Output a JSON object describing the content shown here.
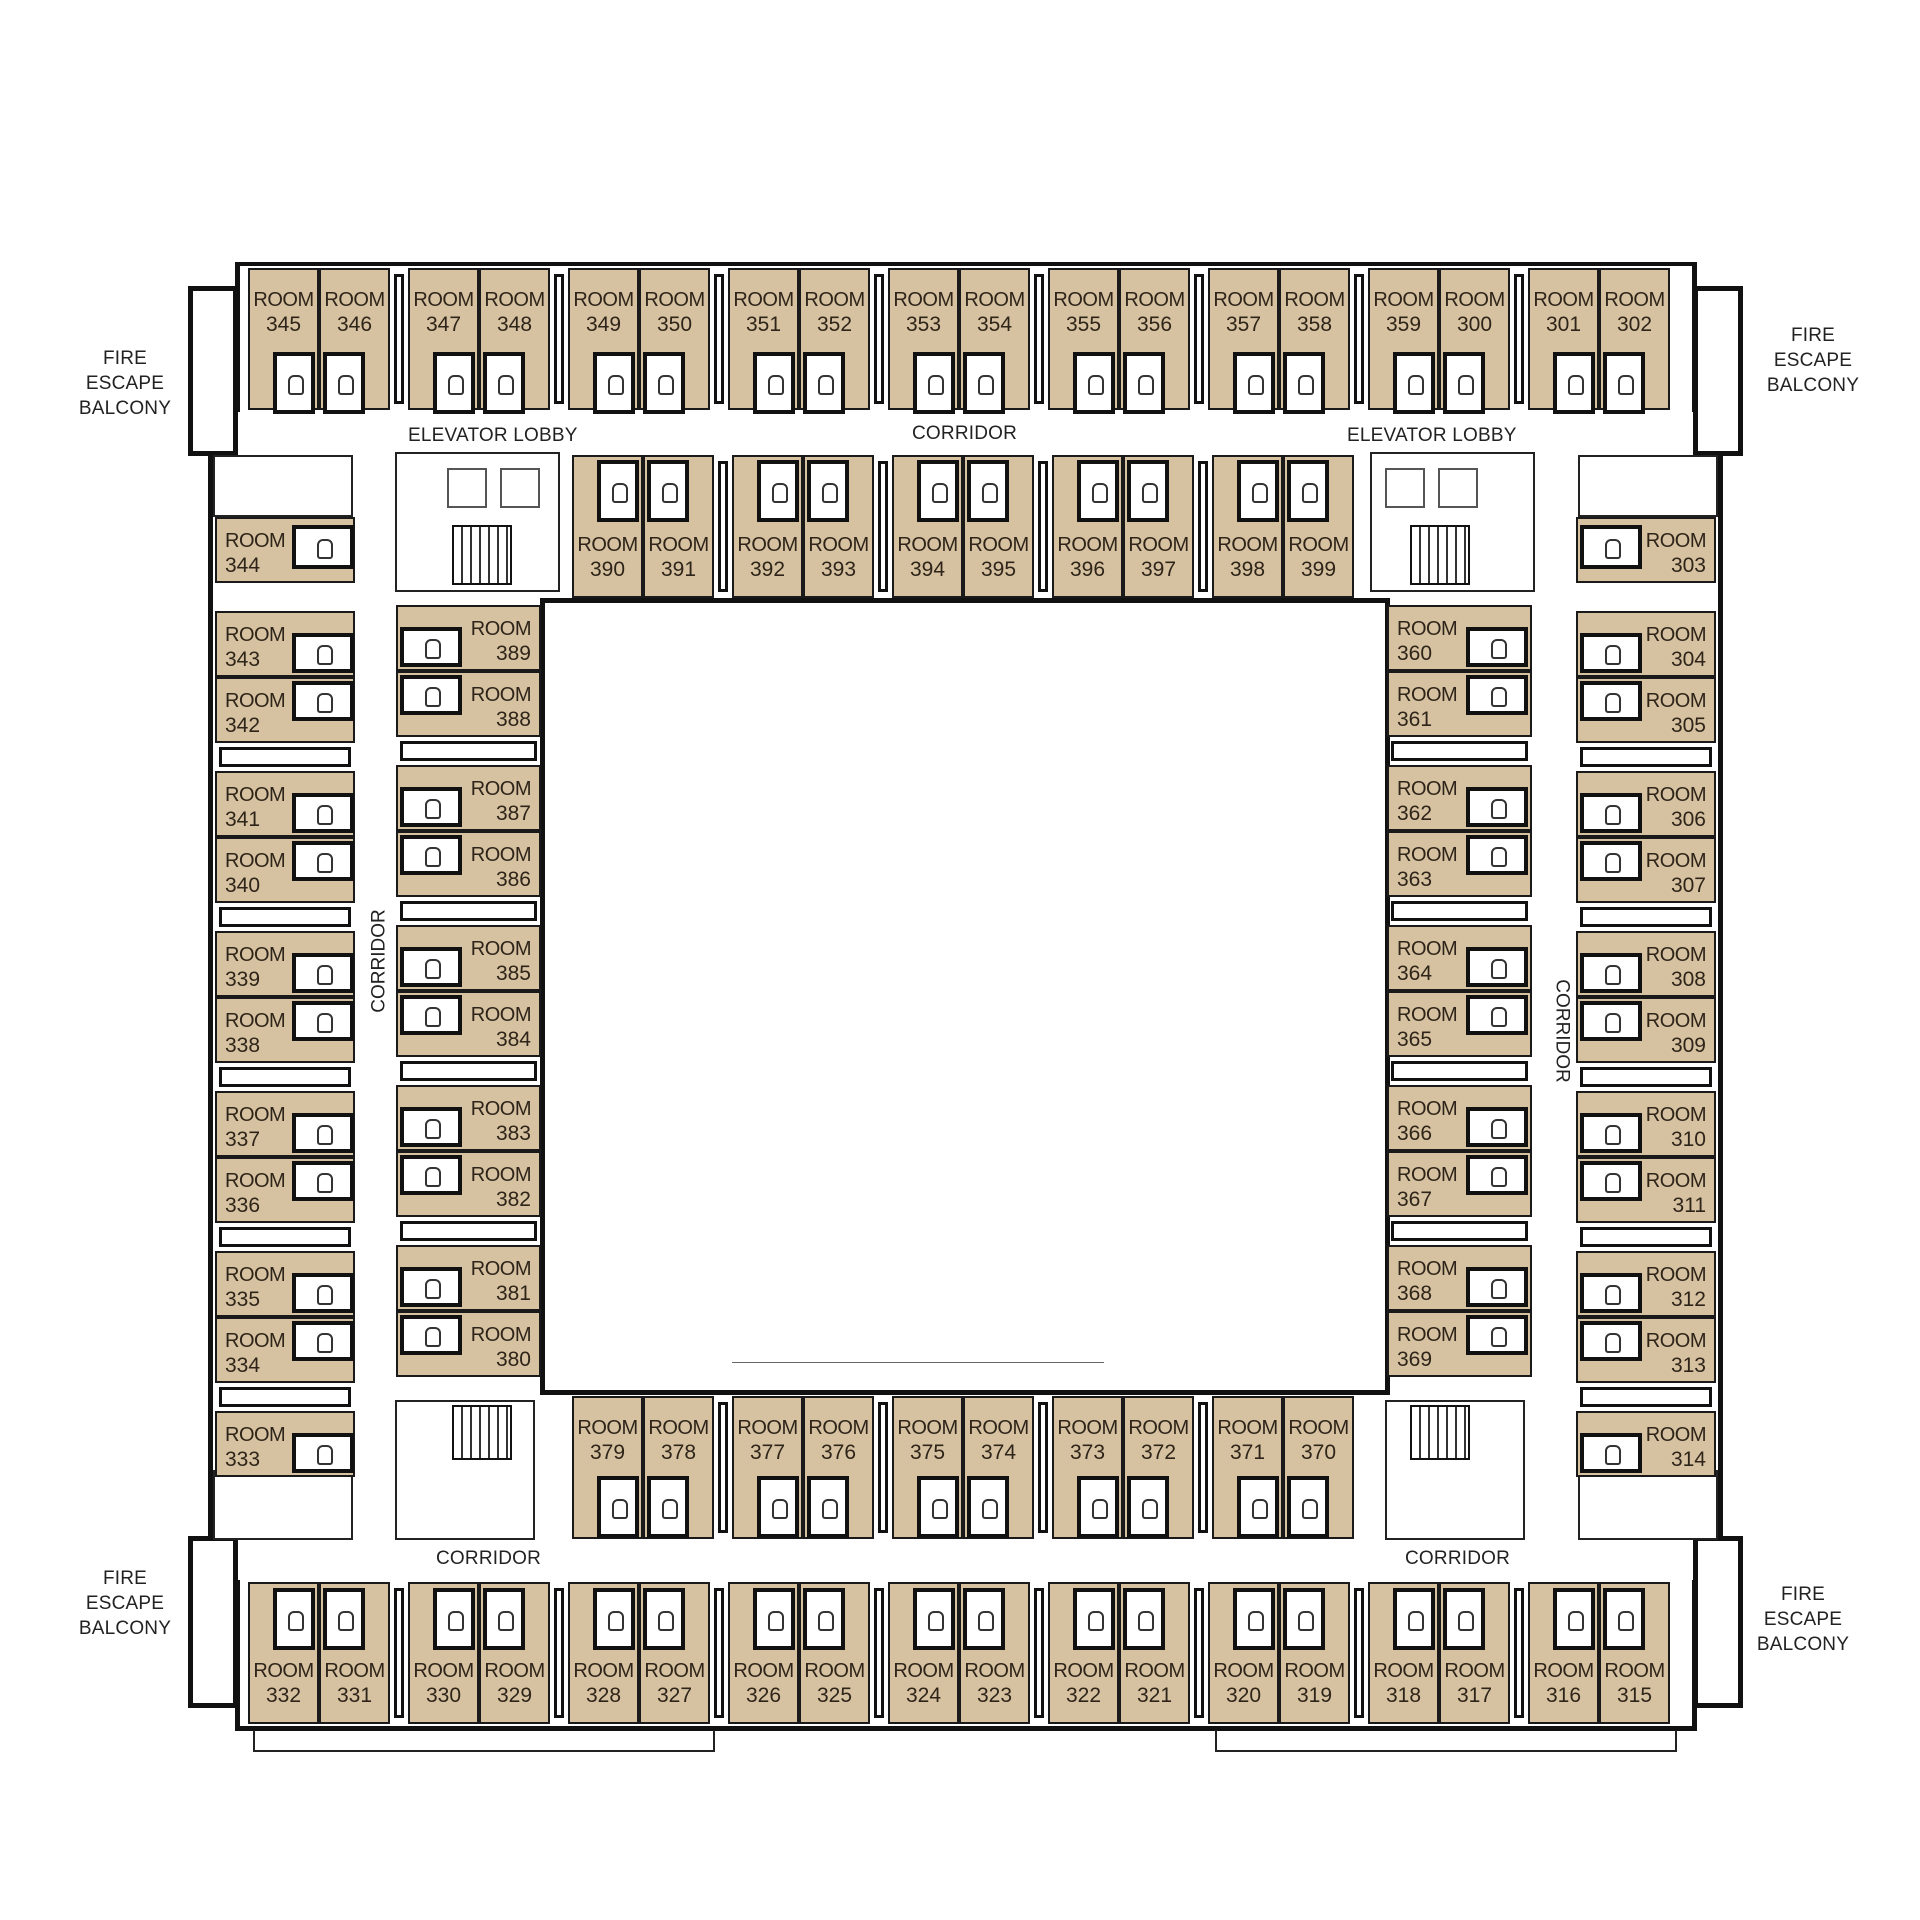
{
  "floor_plan": {
    "colors": {
      "room_fill": "#d6c2a0",
      "wall": "#111111",
      "text": "#2e2419",
      "background": "#ffffff"
    },
    "labels": {
      "elevator_lobby_left": "ELEVATOR LOBBY",
      "elevator_lobby_right": "ELEVATOR LOBBY",
      "corridor_top": "CORRIDOR",
      "corridor_left": "CORRIDOR",
      "corridor_right": "CORRIDOR",
      "corridor_bottom_left": "CORRIDOR",
      "corridor_bottom_right": "CORRIDOR",
      "fire_escape_tl": [
        "FIRE",
        "ESCAPE",
        "BALCONY"
      ],
      "fire_escape_tr": [
        "FIRE",
        "ESCAPE",
        "BALCONY"
      ],
      "fire_escape_bl": [
        "FIRE",
        "ESCAPE",
        "BALCONY"
      ],
      "fire_escape_br": [
        "FIRE",
        "ESCAPE",
        "BALCONY"
      ]
    },
    "room_word": "ROOM",
    "top_outer_rooms": [
      "345",
      "346",
      "347",
      "348",
      "349",
      "350",
      "351",
      "352",
      "353",
      "354",
      "355",
      "356",
      "357",
      "358",
      "359",
      "300",
      "301",
      "302"
    ],
    "top_inner_rooms": [
      "390",
      "391",
      "392",
      "393",
      "394",
      "395",
      "396",
      "397",
      "398",
      "399"
    ],
    "left_outer_rooms": [
      "344",
      "343",
      "342",
      "341",
      "340",
      "339",
      "338",
      "337",
      "336",
      "335",
      "334",
      "333"
    ],
    "left_inner_rooms": [
      "389",
      "388",
      "387",
      "386",
      "385",
      "384",
      "383",
      "382",
      "381",
      "380"
    ],
    "right_inner_rooms": [
      "360",
      "361",
      "362",
      "363",
      "364",
      "365",
      "366",
      "367",
      "368",
      "369"
    ],
    "right_outer_rooms": [
      "303",
      "304",
      "305",
      "306",
      "307",
      "308",
      "309",
      "310",
      "311",
      "312",
      "313",
      "314"
    ],
    "bottom_inner_rooms": [
      "379",
      "378",
      "377",
      "376",
      "375",
      "374",
      "373",
      "372",
      "371",
      "370"
    ],
    "bottom_outer_rooms": [
      "332",
      "331",
      "330",
      "329",
      "328",
      "327",
      "326",
      "325",
      "324",
      "323",
      "322",
      "321",
      "320",
      "319",
      "318",
      "317",
      "316",
      "315"
    ]
  }
}
